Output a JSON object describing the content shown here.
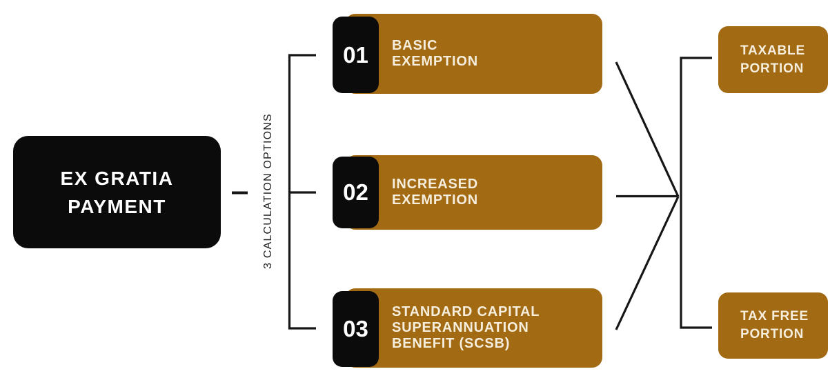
{
  "colors": {
    "accent": "#a36a14",
    "node-black": "#0b0b0b",
    "cream-text": "#f6eedd",
    "line": "#161616",
    "background": "#ffffff"
  },
  "root": {
    "lines": [
      "EX GRATIA",
      "PAYMENT"
    ]
  },
  "branch_label": "3 CALCULATION OPTIONS",
  "options": [
    {
      "number": "01",
      "lines": [
        "BASIC",
        "EXEMPTION"
      ]
    },
    {
      "number": "02",
      "lines": [
        "INCREASED",
        "EXEMPTION"
      ]
    },
    {
      "number": "03",
      "lines": [
        "STANDARD CAPITAL",
        "SUPERANNUATION",
        "BENEFIT (SCSB)"
      ]
    }
  ],
  "outputs": [
    {
      "lines": [
        "TAXABLE",
        "PORTION"
      ]
    },
    {
      "lines": [
        "TAX FREE",
        "PORTION"
      ]
    }
  ]
}
